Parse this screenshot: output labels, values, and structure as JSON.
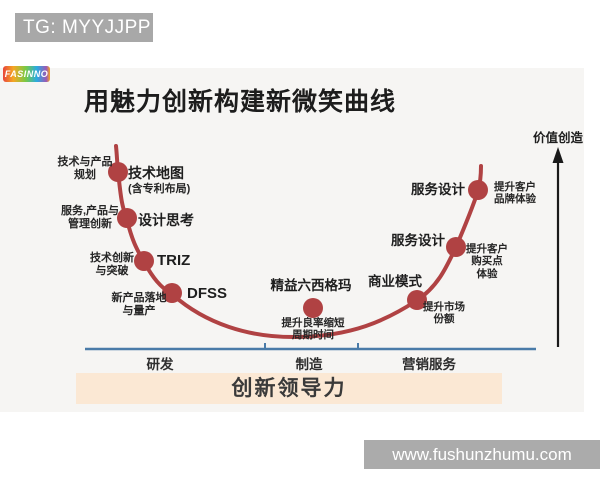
{
  "overlays": {
    "tg_badge": "TG: MYYJJPP",
    "watermark": "www.fushunzhumu.com"
  },
  "slide": {
    "logo": "FASINNO",
    "title": "用魅力创新构建新微笑曲线",
    "value_axis_label": "价值创造",
    "smile_curve": {
      "left": [
        {
          "outer": "技术与产品\n规划",
          "inner": "技术地图",
          "note": "(含专利布局)"
        },
        {
          "outer": "服务,产品与\n管理创新",
          "inner": "设计思考"
        },
        {
          "outer": "技术创新\n与突破",
          "inner": "TRIZ"
        },
        {
          "outer": "新产品落地\n与量产",
          "inner": "DFSS"
        }
      ],
      "bottom": {
        "inner": "精益六西格玛",
        "outer": "提升良率缩短\n周期时间"
      },
      "right": [
        {
          "inner": "商业模式",
          "outer": "提升市场\n份额"
        },
        {
          "inner": "服务设计",
          "outer": "提升客户\n购买点\n体验"
        },
        {
          "inner": "服务设计",
          "outer": "提升客户\n品牌体验"
        }
      ]
    },
    "axis": {
      "segments": [
        "研发",
        "制造",
        "营销服务"
      ]
    },
    "footer_banner": "创新领导力",
    "colors": {
      "curve": "#b04243",
      "axis_line": "#4a7ba8",
      "banner_bg": "#fbe8d4",
      "slide_bg": "#f6f5f3",
      "badge_gray": "#a8a8a8"
    }
  }
}
